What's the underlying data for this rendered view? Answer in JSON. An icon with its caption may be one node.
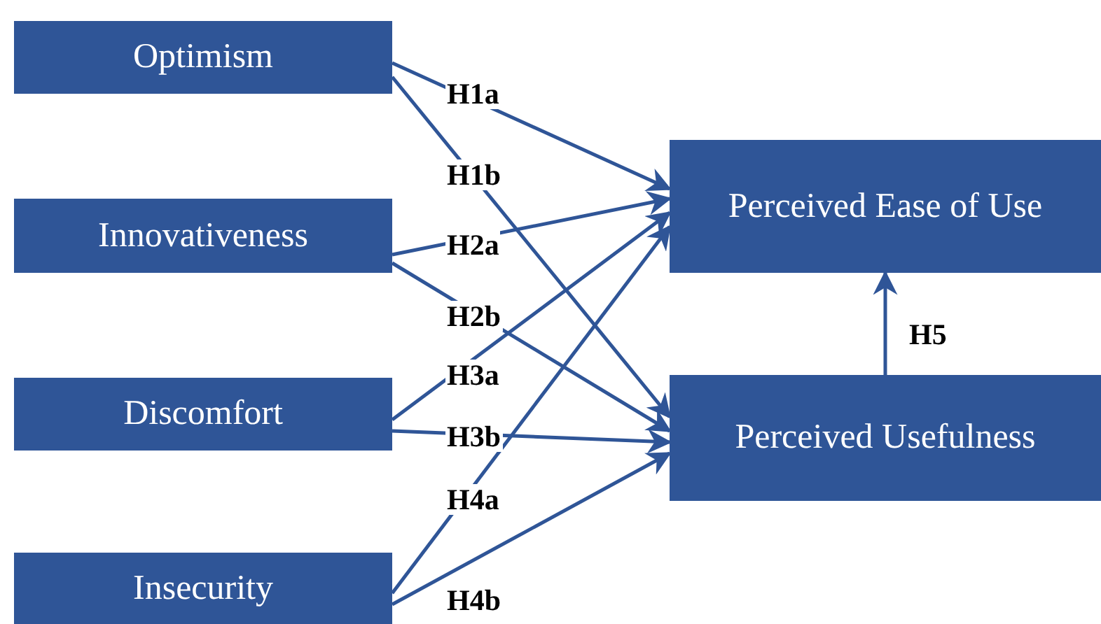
{
  "diagram": {
    "nodes": [
      {
        "text": [
          "Optimism"
        ]
      },
      {
        "text": [
          "Innovativeness"
        ]
      },
      {
        "text": [
          "Discomfort"
        ]
      },
      {
        "text": [
          "Insecurity"
        ]
      },
      {
        "text": [
          "Perceived Ease of Use"
        ]
      },
      {
        "text": [
          "Perceived Usefulness"
        ]
      }
    ],
    "edges": [
      {
        "from": 0,
        "to": 4,
        "arrow": "to",
        "label": "H1a"
      },
      {
        "from": 0,
        "to": 5,
        "arrow": "to",
        "label": "H1b"
      },
      {
        "from": 1,
        "to": 4,
        "arrow": "to",
        "label": "H2a"
      },
      {
        "from": 1,
        "to": 5,
        "arrow": "to",
        "label": "H2b"
      },
      {
        "from": 2,
        "to": 4,
        "arrow": "to",
        "label": "H3a"
      },
      {
        "from": 2,
        "to": 5,
        "arrow": "to",
        "label": "H3b"
      },
      {
        "from": 3,
        "to": 4,
        "arrow": "to",
        "label": "H4a"
      },
      {
        "from": 3,
        "to": 5,
        "arrow": "to",
        "label": "H4b"
      },
      {
        "from": 5,
        "to": 4,
        "arrow": "to",
        "label": "H5"
      }
    ]
  }
}
